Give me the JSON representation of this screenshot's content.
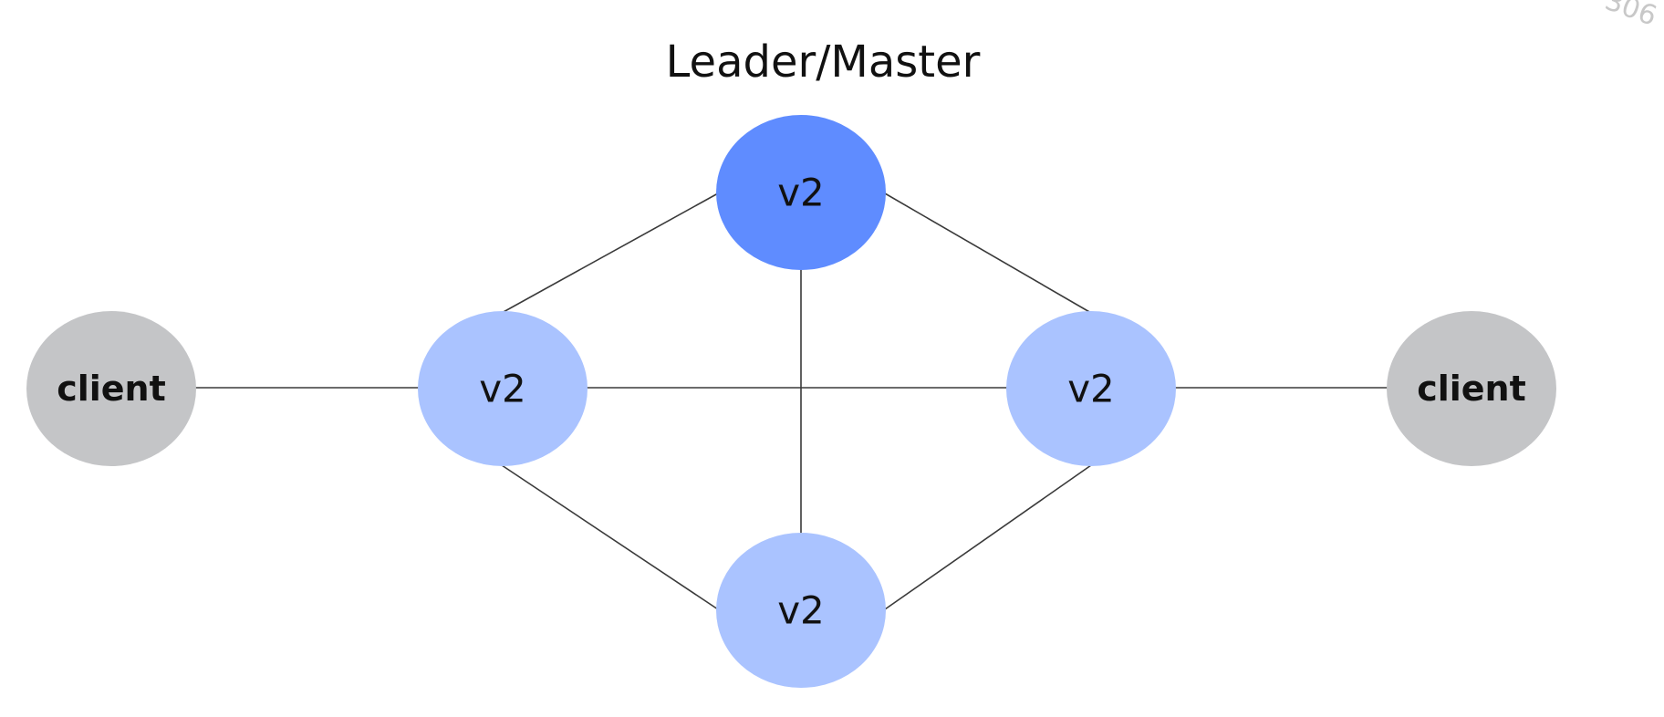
{
  "diagram": {
    "title": "Leader/Master",
    "watermark": "306",
    "colors": {
      "leader": "#5f8cff",
      "replica": "#aac3ff",
      "client": "#c4c5c7",
      "edge": "#3a3a3a"
    },
    "nodes": {
      "leader": {
        "label": "v2",
        "role": "leader"
      },
      "replica_left": {
        "label": "v2",
        "role": "replica"
      },
      "replica_right": {
        "label": "v2",
        "role": "replica"
      },
      "replica_bottom": {
        "label": "v2",
        "role": "replica"
      },
      "client_left": {
        "label": "client",
        "role": "client"
      },
      "client_right": {
        "label": "client",
        "role": "client"
      }
    },
    "edges": [
      {
        "from": "client_left",
        "to": "replica_left"
      },
      {
        "from": "replica_left",
        "to": "leader"
      },
      {
        "from": "leader",
        "to": "replica_right"
      },
      {
        "from": "replica_left",
        "to": "replica_right"
      },
      {
        "from": "leader",
        "to": "replica_bottom"
      },
      {
        "from": "replica_left",
        "to": "replica_bottom"
      },
      {
        "from": "replica_right",
        "to": "replica_bottom"
      },
      {
        "from": "replica_right",
        "to": "client_right"
      }
    ]
  }
}
